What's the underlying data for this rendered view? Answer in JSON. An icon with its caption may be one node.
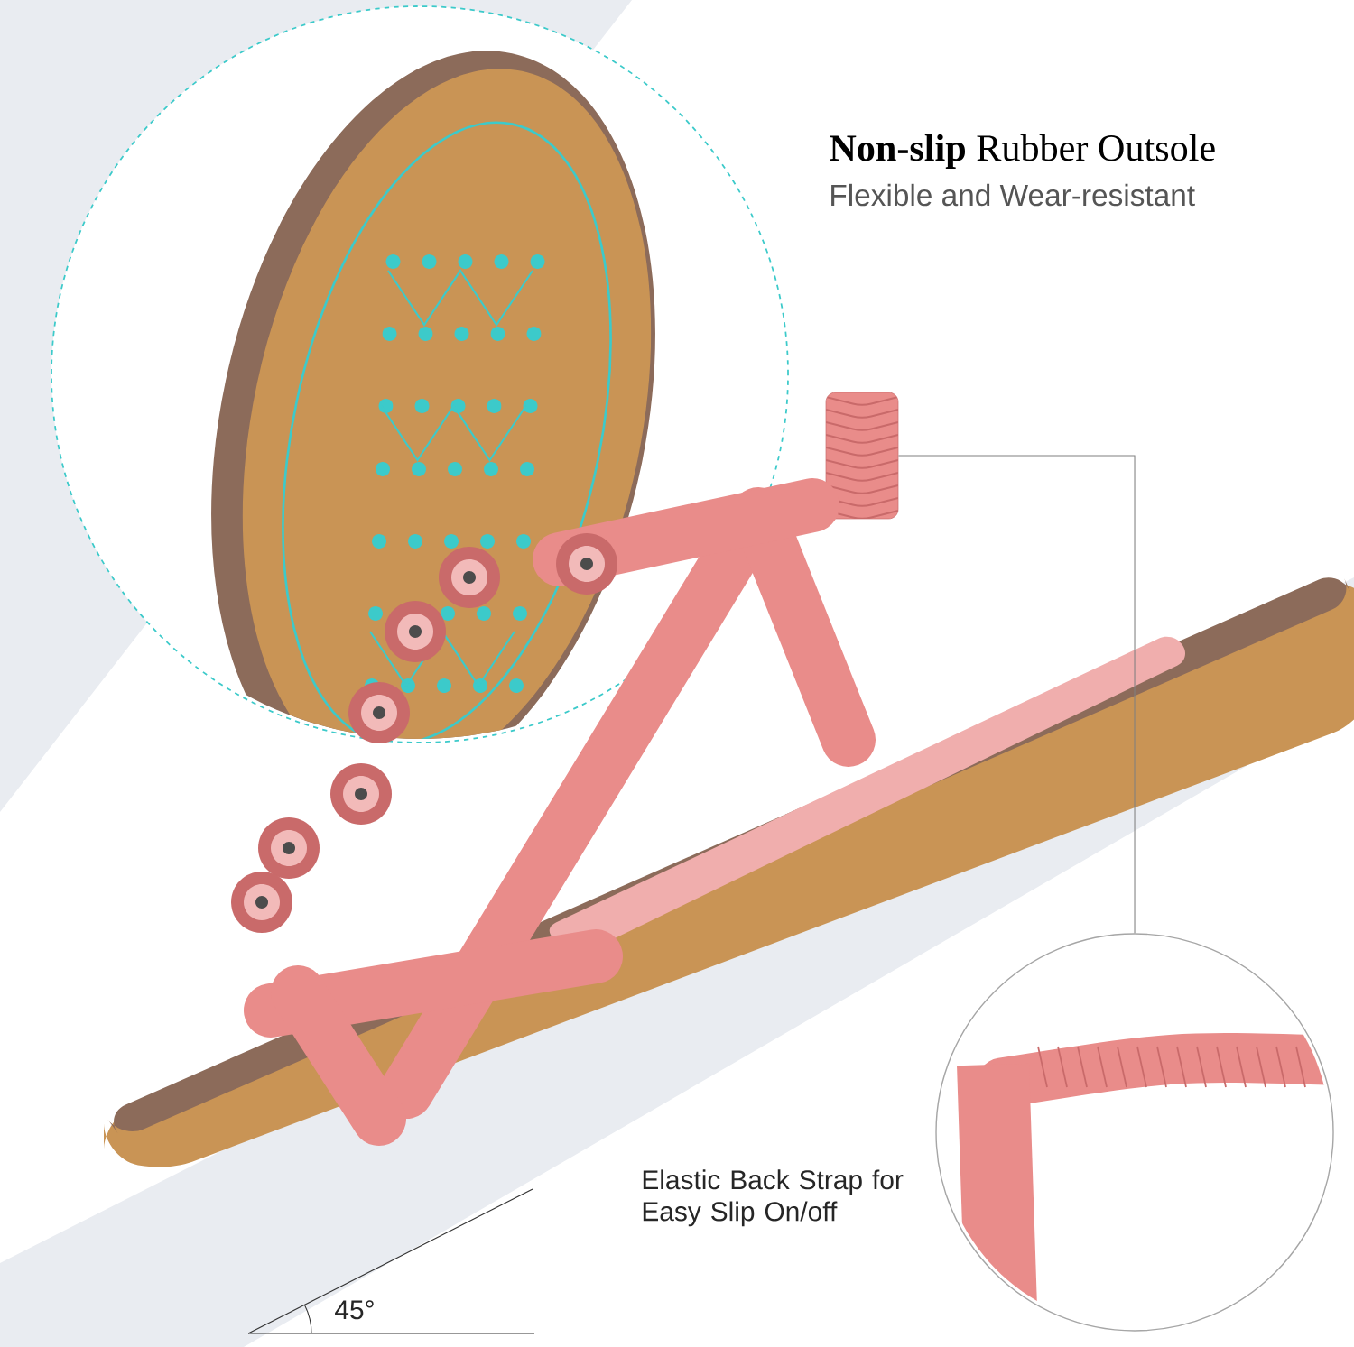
{
  "diagram": {
    "nodes": [
      {
        "text": [],
        "shape": "picture"
      },
      {
        "text": [],
        "shape": "picture"
      },
      {
        "text": [],
        "shape": "picture"
      }
    ],
    "edges": [
      {
        "from": 1,
        "to": 2,
        "arrow": "none"
      }
    ],
    "labels": [
      "**Non-slip** Rubber Outsole",
      "Flexible and Wear-resistant",
      "Elastic Back Strap for Easy Slip On/off",
      "45°"
    ]
  }
}
